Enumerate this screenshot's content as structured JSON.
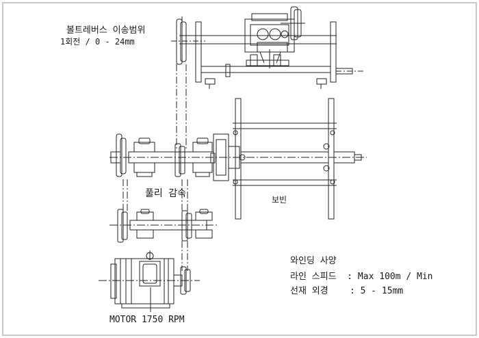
{
  "labels": {
    "belt_note_line1": "볼트레버스 이송범위",
    "belt_note_line2": "1회전 / 0 - 24mm",
    "pulley": "풀리 감속",
    "bobbin": "보빈",
    "motor": "MOTOR 1750 RPM"
  },
  "spec": {
    "title": "와인딩 사양",
    "line_speed": "라인 스피드  : Max 100m / Min",
    "wire_diameter": "선재 외경    : 5 - 15mm"
  }
}
